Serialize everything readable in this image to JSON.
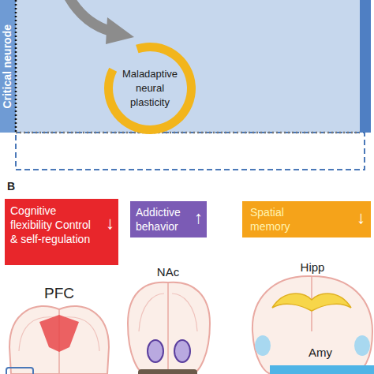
{
  "diagram": {
    "nodes": [
      {
        "text": [
          "Critical neurode"
        ]
      },
      {
        "text": [
          "Maladaptive neural plasticity"
        ],
        "in": 0
      },
      {
        "text": [
          "Cognitive flexibility Control & self-regulation",
          "↓"
        ]
      },
      {
        "text": [
          "Addictive behavior",
          "↑"
        ]
      },
      {
        "text": [
          "Spatial memory",
          "↓"
        ]
      }
    ],
    "labels": [
      "B",
      "PFC",
      "NAc",
      "Hipp",
      "Amy"
    ]
  }
}
